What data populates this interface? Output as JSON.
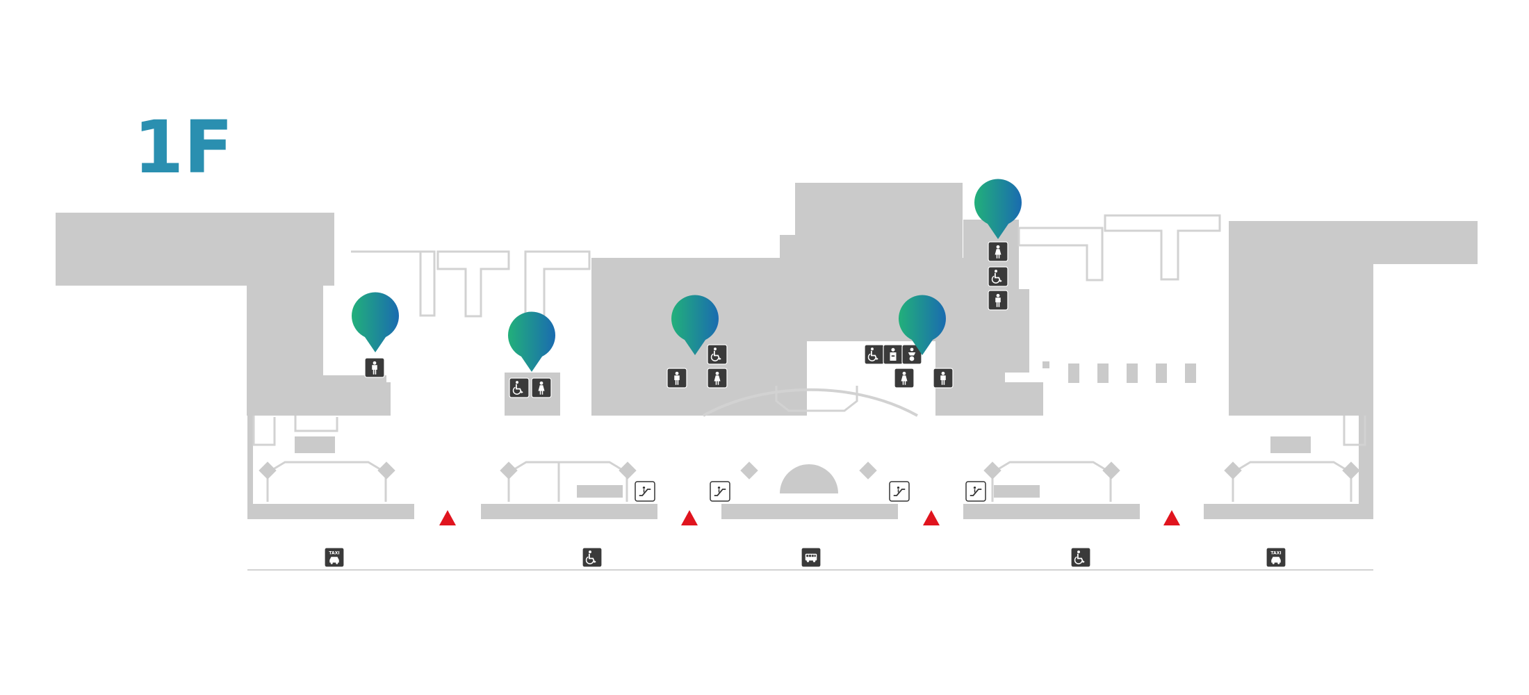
{
  "floor": {
    "label": "1F",
    "color": "#2a8fb0"
  },
  "colors": {
    "building": "#cacaca",
    "outline": "#d2d2d2",
    "icon_tile": "#3a3a3a",
    "entrance": "#e0141e",
    "pin_start": "#22b07a",
    "pin_end": "#1a6bb0"
  },
  "pins": [
    {
      "name": "restroom-pin-1",
      "icons": [
        "man-icon"
      ]
    },
    {
      "name": "restroom-pin-2",
      "icons": [
        "wheelchair-icon",
        "woman-icon"
      ]
    },
    {
      "name": "restroom-pin-3",
      "icons": [
        "man-icon",
        "wheelchair-icon",
        "woman-icon"
      ]
    },
    {
      "name": "restroom-pin-4",
      "icons": [
        "wheelchair-icon",
        "ostomate-icon",
        "baby-changing-icon",
        "woman-icon",
        "man-icon"
      ]
    },
    {
      "name": "restroom-pin-5",
      "icons": [
        "woman-icon",
        "wheelchair-icon",
        "man-icon"
      ]
    }
  ],
  "escalators": [
    "escalator-icon",
    "escalator-icon",
    "escalator-icon",
    "escalator-icon"
  ],
  "entrances": 4,
  "curbside": [
    {
      "name": "taxi-stand-left",
      "icon": "taxi-icon",
      "label": "TAXI"
    },
    {
      "name": "accessible-parking-left",
      "icon": "wheelchair-icon",
      "label": ""
    },
    {
      "name": "bus-stop",
      "icon": "bus-icon",
      "label": ""
    },
    {
      "name": "accessible-parking-right",
      "icon": "wheelchair-icon",
      "label": ""
    },
    {
      "name": "taxi-stand-right",
      "icon": "taxi-icon",
      "label": "TAXI"
    }
  ]
}
